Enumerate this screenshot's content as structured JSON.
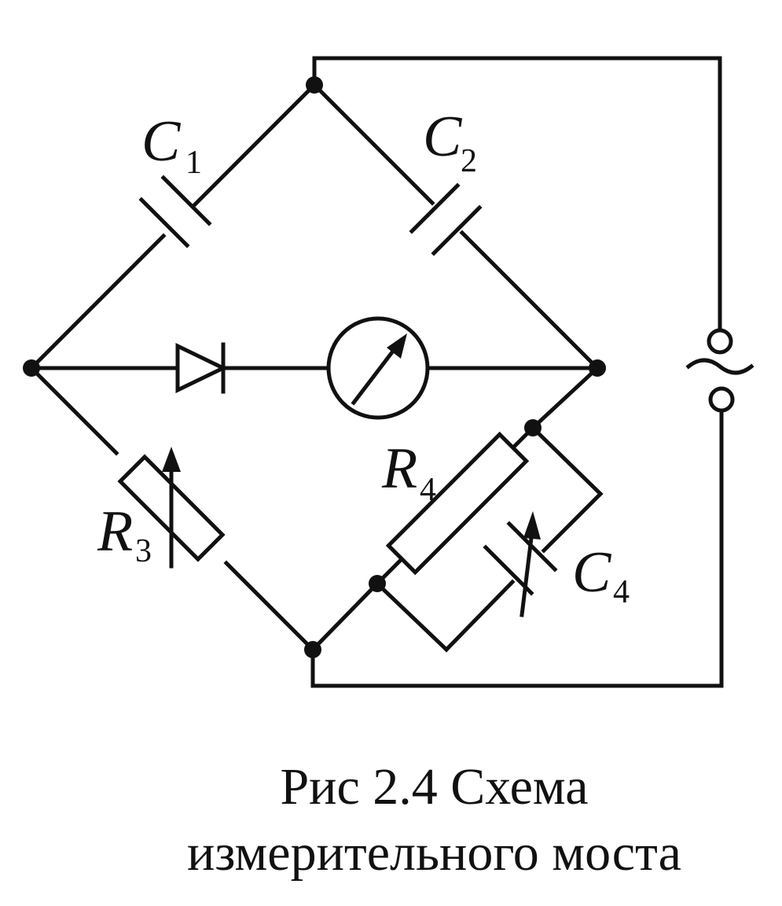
{
  "labels": {
    "c1": {
      "letter": "C",
      "sub": "1"
    },
    "c2": {
      "letter": "C",
      "sub": "2"
    },
    "r3": {
      "letter": "R",
      "sub": "3"
    },
    "r4": {
      "letter": "R",
      "sub": "4"
    },
    "c4": {
      "letter": "C",
      "sub": "4"
    }
  },
  "source_symbol": "~",
  "caption": {
    "line1": "Рис  2.4  Схема",
    "line2": "измерительного моста"
  },
  "colors": {
    "ink": "#111111",
    "background": "#ffffff"
  }
}
